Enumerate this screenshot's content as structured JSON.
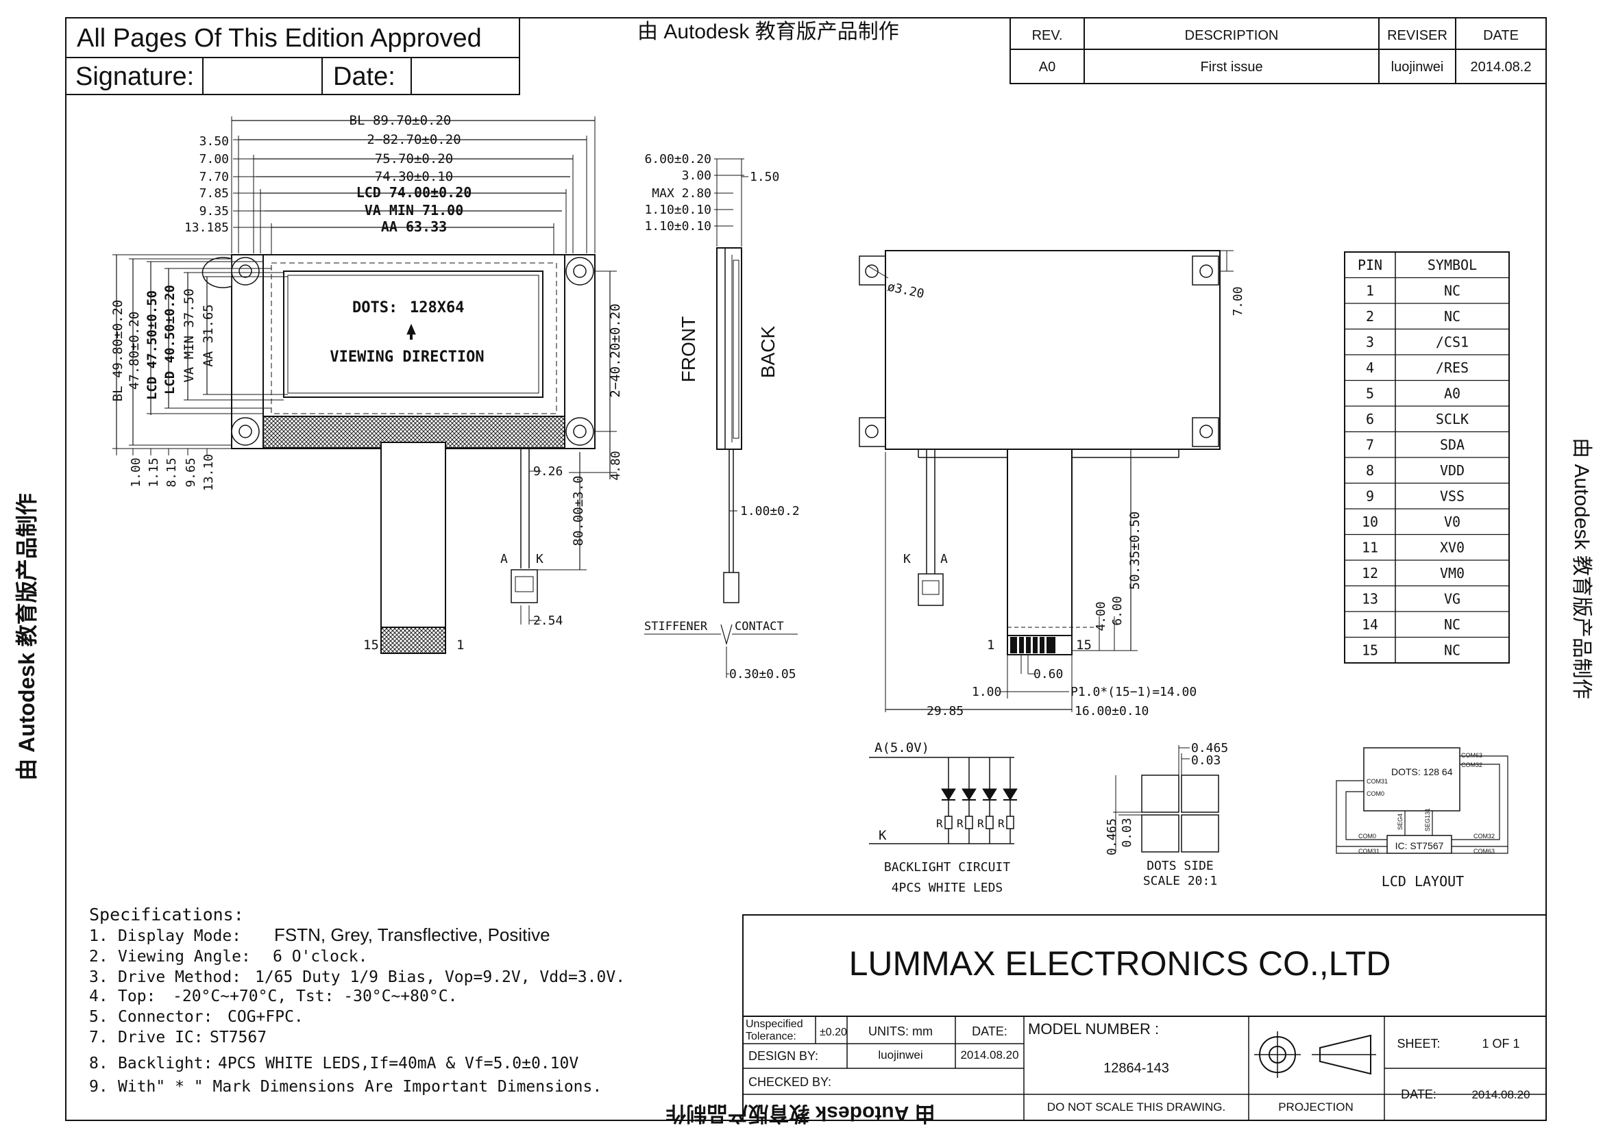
{
  "approval": {
    "title": "All Pages Of This Edition Approved",
    "signature_label": "Signature:",
    "date_label": "Date:"
  },
  "top_watermark": "由 Autodesk 教育版产品制作",
  "revision": {
    "headers": [
      "REV.",
      "DESCRIPTION",
      "REVISER",
      "DATE"
    ],
    "row": [
      "A0",
      "First issue",
      "luojinwei",
      "2014.08.2"
    ]
  },
  "front_view": {
    "top_dims": [
      {
        "prefix": "3.50",
        "label": "BL 89.70±0.20"
      },
      {
        "prefix": "7.00",
        "label": "2−82.70±0.20"
      },
      {
        "prefix": "7.70",
        "label": "75.70±0.20"
      },
      {
        "prefix": "7.85",
        "label": "74.30±0.10"
      },
      {
        "prefix": "9.35",
        "label": "LCD 74.00±0.20"
      },
      {
        "prefix": "13.185",
        "label": "VA MIN 71.00"
      },
      {
        "prefix": "",
        "label": "AA 63.33"
      }
    ],
    "left_dims": [
      "BL 49.80±0.20",
      "47.80±0.20",
      "LCD 47.50±0.50",
      "LCD 40.50±0.20",
      "VA MIN 37.50",
      "AA 31.65"
    ],
    "bottom_dims": [
      "1.00",
      "1.15",
      "8.15",
      "9.65",
      "13.10"
    ],
    "right_dims": [
      "2−40.20±0.20",
      "4.80"
    ],
    "dots_label": "DOTS:",
    "dots_value": "128X64",
    "viewing_direction": "VIEWING DIRECTION",
    "fpc_pin_left": "15",
    "fpc_pin_right": "1",
    "wire_a": "A",
    "wire_k": "K",
    "dim_926": "9.26",
    "dim_80": "80.00±3.0",
    "dim_254": "2.54"
  },
  "side_view": {
    "dims": [
      "6.00±0.20",
      "3.00",
      "MAX 2.80",
      "1.10±0.10",
      "1.10±0.10"
    ],
    "dim_150": "1.50",
    "front": "FRONT",
    "back": "BACK",
    "dim_100": "1.00±0.2",
    "stiffener": "STIFFENER",
    "contact": "CONTACT",
    "dim_030": "0.30±0.05"
  },
  "back_view": {
    "hole": "ø3.20",
    "dim_700": "7.00",
    "wire_k": "K",
    "wire_a": "A",
    "dim_5035": "50.35±0.50",
    "dim_400": "4.00",
    "dim_600": "6.00",
    "pin_1": "1",
    "pin_15": "15",
    "dim_060": "0.60",
    "dim_100": "1.00",
    "pitch": "P1.0*(15−1)=14.00",
    "dim_2985": "29.85",
    "dim_1600": "16.00±0.10"
  },
  "pin_table": {
    "headers": [
      "PIN",
      "SYMBOL"
    ],
    "rows": [
      [
        "1",
        "NC"
      ],
      [
        "2",
        "NC"
      ],
      [
        "3",
        "/CS1"
      ],
      [
        "4",
        "/RES"
      ],
      [
        "5",
        "A0"
      ],
      [
        "6",
        "SCLK"
      ],
      [
        "7",
        "SDA"
      ],
      [
        "8",
        "VDD"
      ],
      [
        "9",
        "VSS"
      ],
      [
        "10",
        "V0"
      ],
      [
        "11",
        "XV0"
      ],
      [
        "12",
        "VM0"
      ],
      [
        "13",
        "VG"
      ],
      [
        "14",
        "NC"
      ],
      [
        "15",
        "NC"
      ]
    ]
  },
  "backlight": {
    "a_label": "A(5.0V)",
    "k_label": "K",
    "r_label": "R",
    "caption1": "BACKLIGHT CIRCUIT",
    "caption2": "4PCS WHITE LEDS"
  },
  "dots_side": {
    "dim1": "0.465",
    "dim2": "0.03",
    "caption1": "DOTS SIDE",
    "caption2": "SCALE 20:1"
  },
  "lcd_layout": {
    "dots": "DOTS: 128   64",
    "ic": "IC: ST7567",
    "caption": "LCD LAYOUT",
    "com63": "COM63",
    "com32": "COM32",
    "com31": "COM31",
    "com0": "COM0",
    "seg4": "SEG4",
    "seg131": "SEG131"
  },
  "specs": {
    "title": "Specifications:",
    "items": [
      {
        "num": "1.",
        "label": "Display Mode:",
        "value": "FSTN, Grey, Transflective, Positive"
      },
      {
        "num": "2.",
        "label": "Viewing Angle:",
        "value": "6 O'clock."
      },
      {
        "num": "3.",
        "label": "Drive Method:",
        "value": "1/65 Duty 1/9 Bias, Vop=9.2V, Vdd=3.0V."
      },
      {
        "num": "4.",
        "label": "Top:",
        "value": "-20°C~+70°C, Tst: -30°C~+80°C."
      },
      {
        "num": "5.",
        "label": "Connector:",
        "value": "COG+FPC."
      },
      {
        "num": "7.",
        "label": "Drive IC:",
        "value": "ST7567"
      },
      {
        "num": "8.",
        "label": "Backlight:",
        "value": "4PCS WHITE LEDS,If=40mA & Vf=5.0±0.10V"
      },
      {
        "num": "9.",
        "label": "With\" * \" Mark Dimensions Are Important Dimensions.",
        "value": ""
      }
    ]
  },
  "title_block": {
    "company": "LUMMAX ELECTRONICS CO.,LTD",
    "unspecified": "Unspecified",
    "tolerance": "Tolerance:",
    "tol_value": "±0.20",
    "units": "UNITS: mm",
    "date_label": "DATE:",
    "design_by": "DESIGN    BY:",
    "designer": "luojinwei",
    "design_date": "2014.08.20",
    "checked_by": "CHECKED   BY:",
    "model_label": "MODEL NUMBER :",
    "model": "12864-143",
    "sheet_label": "SHEET:",
    "sheet": "1  OF  1",
    "date2_label": "DATE:",
    "date2": "2014.08.20",
    "no_scale": "DO NOT SCALE THIS DRAWING.",
    "projection": "PROJECTION"
  },
  "watermark_left": "由 Autodesk 教育版产品制作",
  "watermark_bottom": "由 Autodesk 教育版产品制作",
  "watermark_right": "由 Autodesk 教育版产品制作"
}
